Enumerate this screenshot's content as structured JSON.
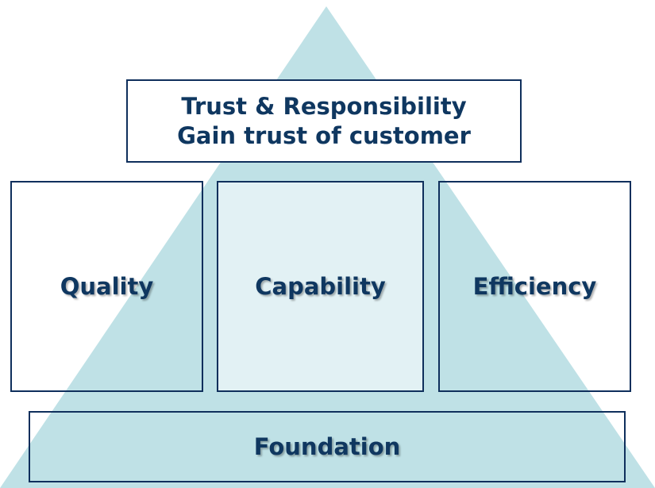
{
  "pyramid": {
    "fill_color": "#bfe1e6",
    "border_color": "#0f2f5c",
    "text_color": "#0f3760",
    "top": {
      "line1": "Trust & Responsibility",
      "line2": "Gain trust of customer"
    },
    "pillars": [
      "Quality",
      "Capability",
      "Efficiency"
    ],
    "base": "Foundation"
  }
}
